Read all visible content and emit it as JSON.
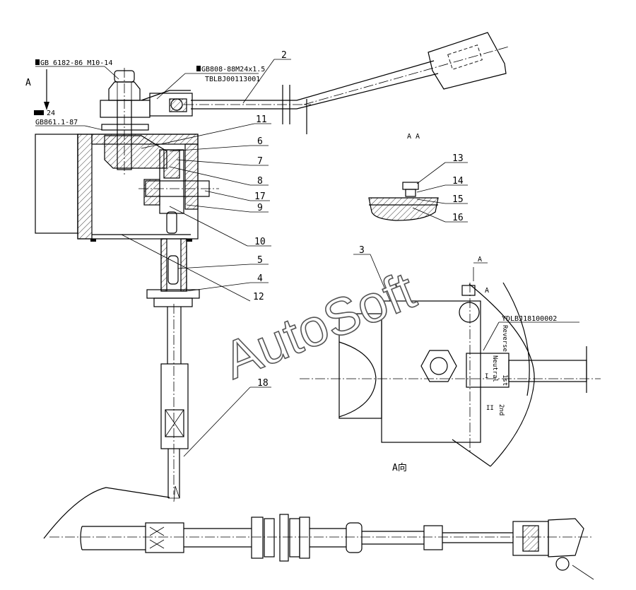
{
  "view_marks": {
    "view_a_top": "A",
    "section_aa": "A  A",
    "view_a_dir": "A向",
    "cut_a1": "A",
    "cut_a2": "A"
  },
  "callouts": {
    "std_gb6182": "GB 6182-86 M10-14",
    "std_gb808": "GB808-88M24x1.5",
    "part_tbl": "TBLBJ00113001",
    "washer_24": "24",
    "std_gb861": "GB861.1-87",
    "part_ydl": "YDLBJ18100002"
  },
  "part_numbers": [
    "2",
    "11",
    "6",
    "7",
    "8",
    "17",
    "9",
    "10",
    "5",
    "4",
    "12",
    "13",
    "14",
    "15",
    "16",
    "3",
    "18"
  ],
  "gear_labels": {
    "reverse": "Reverse",
    "neutral": "Neutral",
    "first": "1st",
    "second": "2nd",
    "gear_i": "I",
    "gear_ii": "II"
  },
  "watermark": "AutoSoft"
}
